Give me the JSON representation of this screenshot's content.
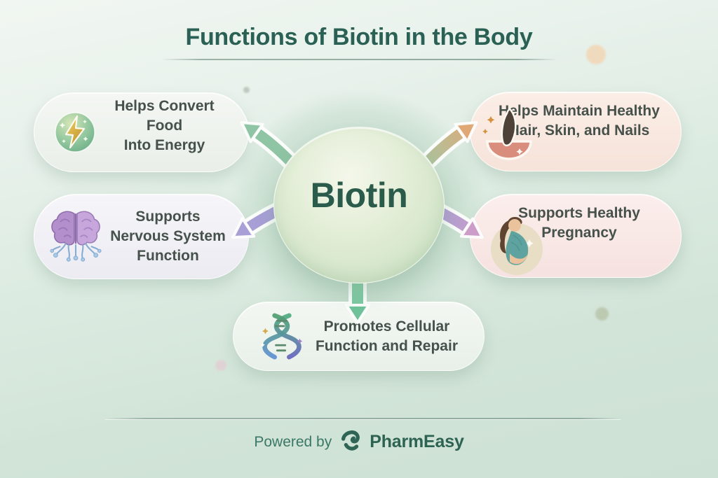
{
  "title": "Functions of Biotin in the Body",
  "center": {
    "label": "Biotin"
  },
  "boxes": {
    "energy": {
      "lines": [
        "Helps Convert Food",
        "Into Energy"
      ],
      "icon": "lightning-bolt"
    },
    "hair": {
      "lines": [
        "Helps Maintain Healthy",
        "Hair, Skin, and Nails"
      ],
      "icon": "hair-follicle"
    },
    "nervous": {
      "lines": [
        "Supports",
        "Nervous System",
        "Function"
      ],
      "icon": "brain"
    },
    "pregnancy": {
      "lines": [
        "Supports Healthy",
        "Pregnancy"
      ],
      "icon": "pregnant-woman"
    },
    "cellular": {
      "lines": [
        "Promotes Cellular",
        "Function and Repair"
      ],
      "icon": "dna-helix"
    }
  },
  "footer": {
    "powered_by": "Powered by",
    "brand": "PharmEasy"
  },
  "colors": {
    "title_text": "#2a6154",
    "biotin_text": "#2b5b4a",
    "body_text": "#46514b",
    "arrow_green": "#8fc4a4",
    "arrow_orange": "#e0a877",
    "arrow_purple": "#a79fd6",
    "arrow_pink": "#cd9dca",
    "arrow_down_green": "#6fc29a",
    "pill_green": "#f1f5f0",
    "pill_peach": "#f9ece4",
    "pill_lavender": "#f4f3f7",
    "pill_pink": "#f9eceb",
    "background": "#d8e8de"
  }
}
